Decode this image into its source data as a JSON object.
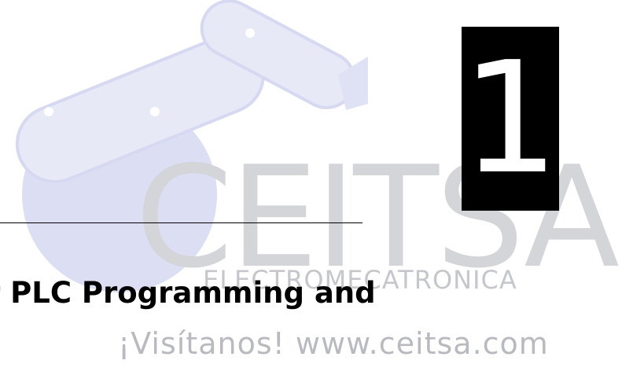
{
  "watermark": {
    "brand": "CEITSA",
    "tagline": "ELECTROMECATRONICA",
    "visit": "¡Visítanos! www.ceitsa.com",
    "colors": {
      "arm": "#e4e6f6",
      "base": "#dcdff4",
      "text": "#d4d5d9"
    }
  },
  "chapter": {
    "number": "1"
  },
  "heading": {
    "title_fragment": "r PLC Programming and"
  }
}
